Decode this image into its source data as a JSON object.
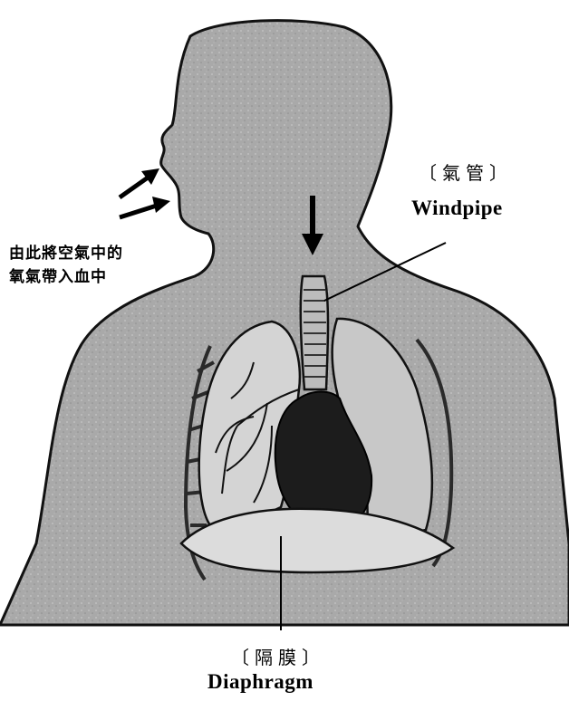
{
  "labels": {
    "mouth_note_line1": "由此將空氣中的",
    "mouth_note_line2": "氧氣帶入血中",
    "windpipe_cn": "〔氣管〕",
    "windpipe_en": "Windpipe",
    "diaphragm_cn": "〔隔膜〕",
    "diaphragm_en": "Diaphragm"
  },
  "colors": {
    "body_fill": "#a9a9a9",
    "outline": "#111111",
    "lung_fill": "#d4d4d4",
    "heart_fill": "#1c1c1c",
    "diaphragm_fill": "#dcdcdc"
  }
}
